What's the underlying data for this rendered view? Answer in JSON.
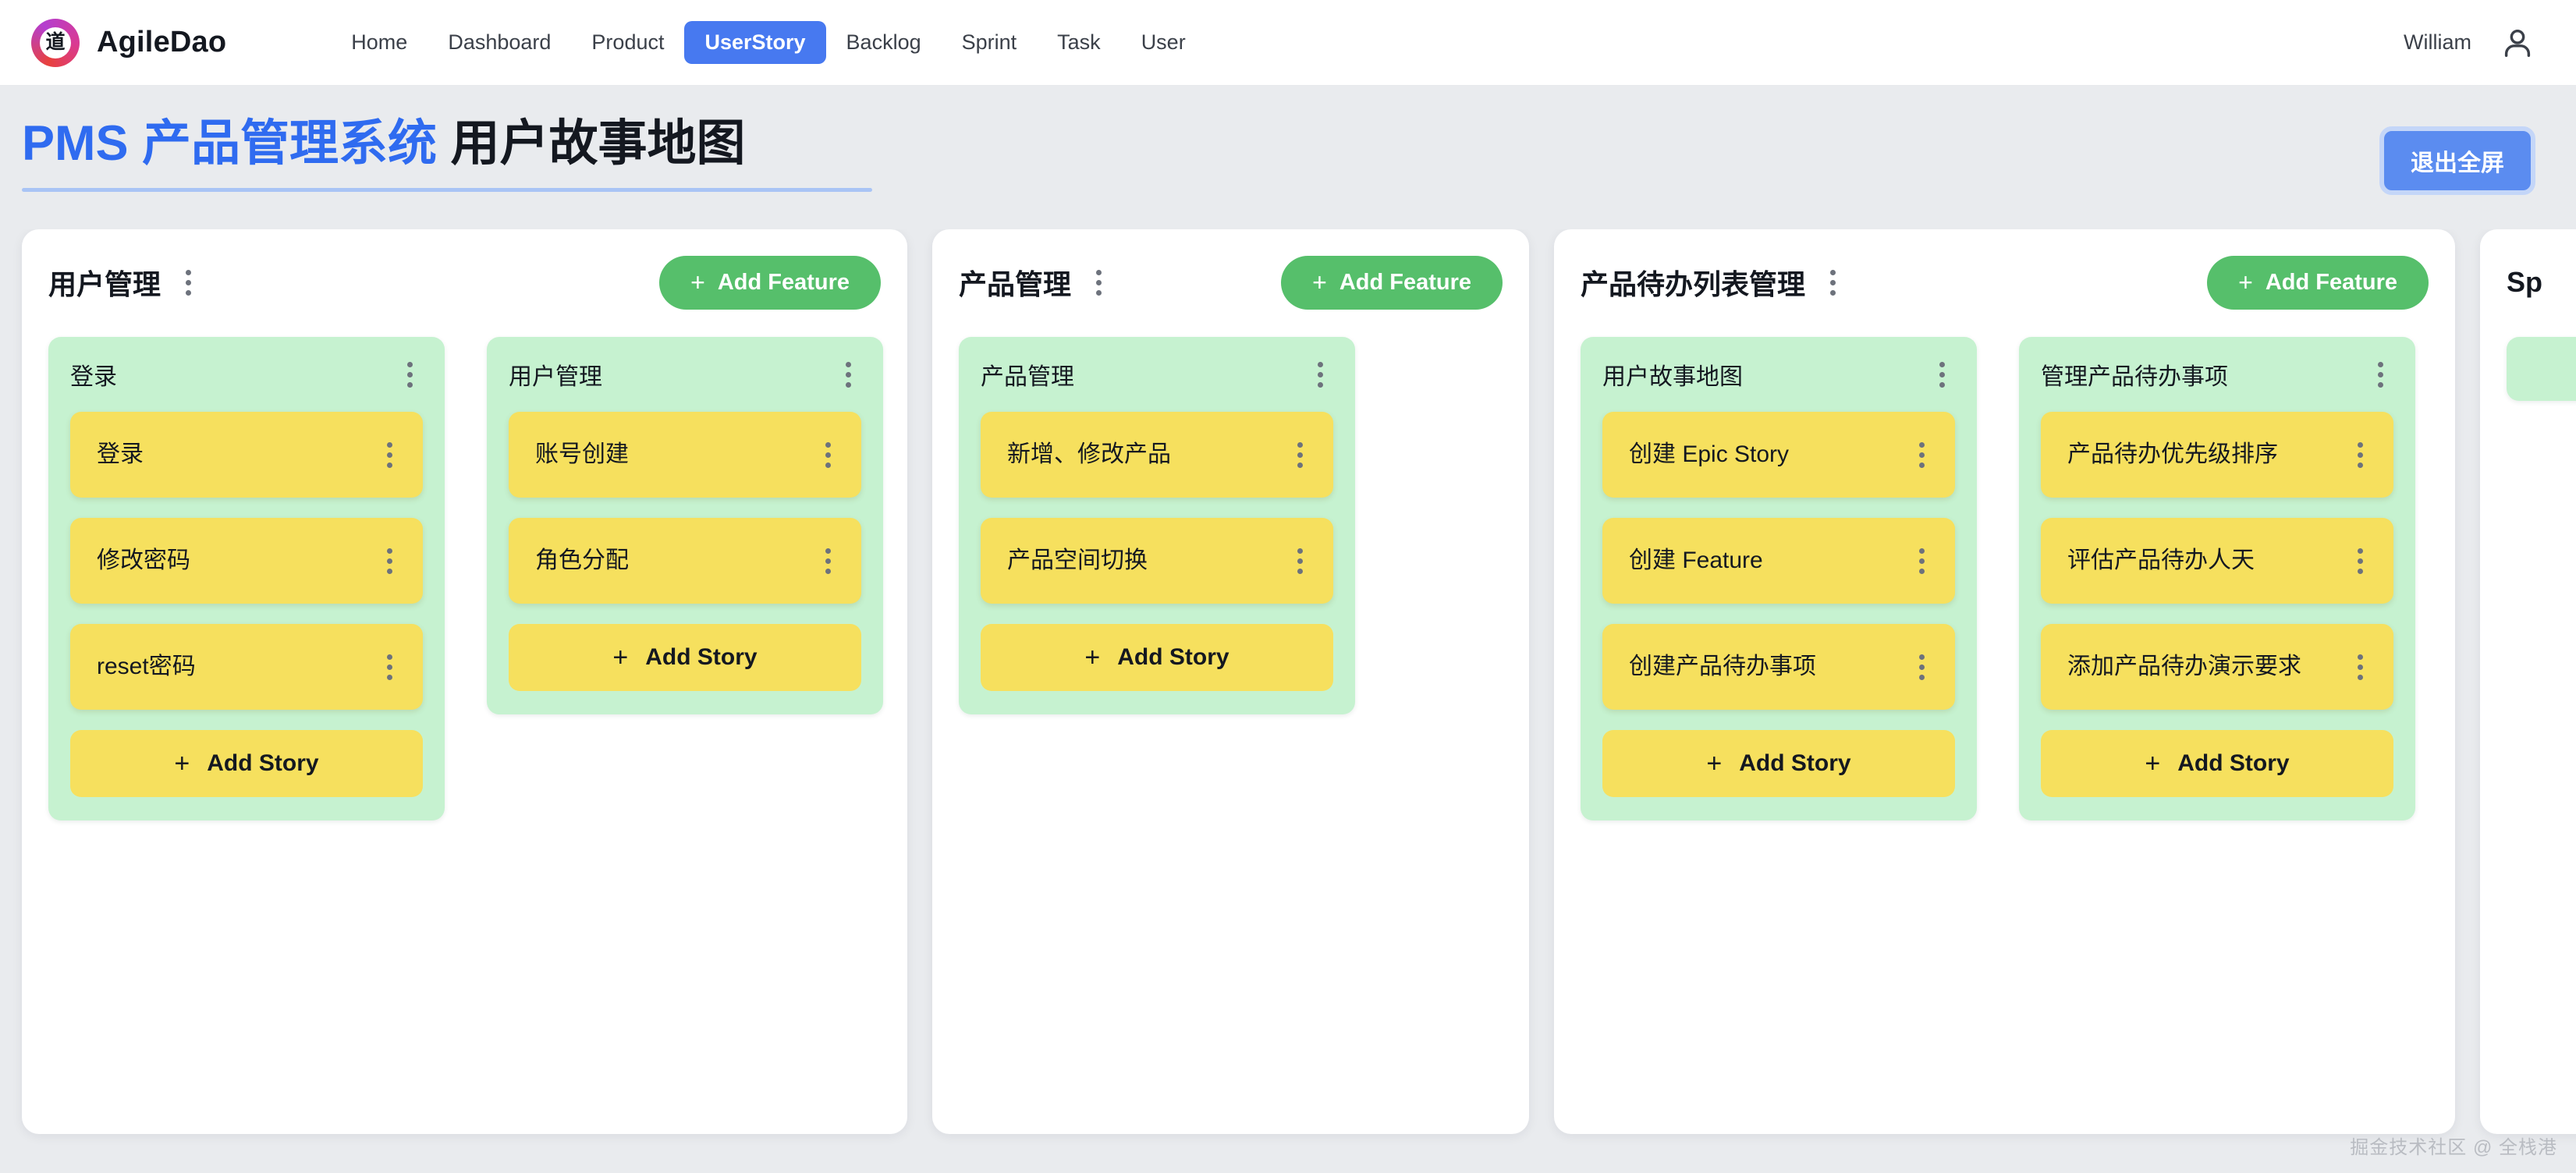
{
  "navbar": {
    "logo_glyph": "道",
    "brand": "AgileDao",
    "links": [
      {
        "label": "Home",
        "active": false
      },
      {
        "label": "Dashboard",
        "active": false
      },
      {
        "label": "Product",
        "active": false
      },
      {
        "label": "UserStory",
        "active": true
      },
      {
        "label": "Backlog",
        "active": false
      },
      {
        "label": "Sprint",
        "active": false
      },
      {
        "label": "Task",
        "active": false
      },
      {
        "label": "User",
        "active": false
      }
    ],
    "user_name": "William"
  },
  "header": {
    "title_highlight": "PMS 产品管理系统",
    "title_rest": " 用户故事地图",
    "exit_fullscreen_label": "退出全屏"
  },
  "labels": {
    "add_feature": "Add Feature",
    "add_story": "Add Story",
    "plus": "+"
  },
  "colors": {
    "accent_blue": "#4779f0",
    "feature_green": "#c6f2d0",
    "story_yellow": "#f6e05e",
    "add_feature_green": "#56bf6b",
    "page_bg": "#e9ebee"
  },
  "board": {
    "epics": [
      {
        "title": "用户管理",
        "features": [
          {
            "title": "登录",
            "stories": [
              "登录",
              "修改密码",
              "reset密码"
            ]
          },
          {
            "title": "用户管理",
            "stories": [
              "账号创建",
              "角色分配"
            ]
          }
        ]
      },
      {
        "title": "产品管理",
        "features": [
          {
            "title": "产品管理",
            "stories": [
              "新增、修改产品",
              "产品空间切换"
            ]
          }
        ]
      },
      {
        "title": "产品待办列表管理",
        "features": [
          {
            "title": "用户故事地图",
            "stories": [
              "创建 Epic Story",
              "创建 Feature",
              "创建产品待办事项"
            ]
          },
          {
            "title": "管理产品待办事项",
            "stories": [
              "产品待办优先级排序",
              "评估产品待办人天",
              "添加产品待办演示要求"
            ]
          }
        ]
      },
      {
        "title": "Sp",
        "features": [
          {
            "title": "",
            "stories": []
          }
        ]
      }
    ]
  },
  "watermark": "掘金技术社区 @ 全栈港"
}
